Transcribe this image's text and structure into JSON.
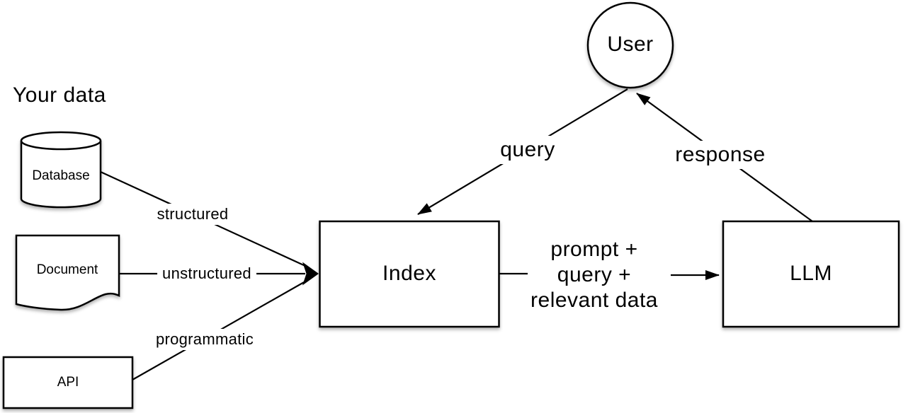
{
  "title": "Your data",
  "nodes": {
    "user": {
      "label": "User",
      "shape": "circle"
    },
    "database": {
      "label": "Database",
      "shape": "cylinder"
    },
    "document": {
      "label": "Document",
      "shape": "document"
    },
    "api": {
      "label": "API",
      "shape": "rectangle"
    },
    "index": {
      "label": "Index",
      "shape": "rectangle"
    },
    "llm": {
      "label": "LLM",
      "shape": "rectangle"
    }
  },
  "edges": [
    {
      "from": "database",
      "to": "index",
      "label": "structured"
    },
    {
      "from": "document",
      "to": "index",
      "label": "unstructured"
    },
    {
      "from": "api",
      "to": "index",
      "label": "programmatic"
    },
    {
      "from": "user",
      "to": "index",
      "label": "query"
    },
    {
      "from": "index",
      "to": "llm",
      "label": "prompt +\nquery +\nrelevant data"
    },
    {
      "from": "llm",
      "to": "user",
      "label": "response"
    }
  ],
  "edge_labels": {
    "structured": "structured",
    "unstructured": "unstructured",
    "programmatic": "programmatic",
    "query": "query",
    "response": "response",
    "prompt_block": "prompt +\nquery +\nrelevant data"
  },
  "colors": {
    "stroke": "#000000",
    "shape_fill": "#ffffff",
    "text": "#000000",
    "background": "#ffffff"
  }
}
